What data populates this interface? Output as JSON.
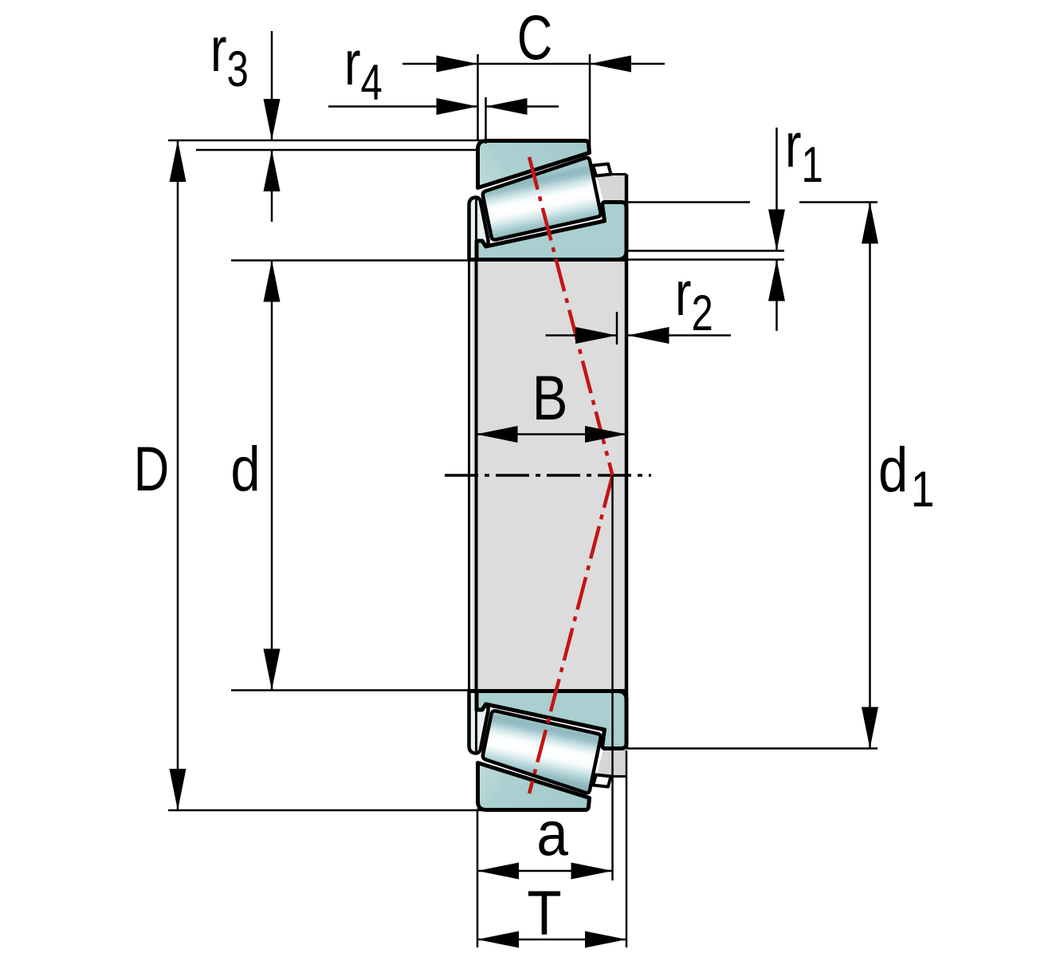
{
  "diagram": {
    "type": "engineering-dimension-drawing",
    "subject": "tapered roller bearing cross-section with dimension callouts",
    "colors": {
      "ring_teal": "#a9cfd0",
      "bore_gray": "#dcdcdc",
      "flange_back_gray": "#d6d6d6",
      "line_black": "#000000",
      "pressure_line_red": "#c41414",
      "background": "#ffffff"
    },
    "labels": {
      "C": {
        "main": "C",
        "sub": ""
      },
      "r4": {
        "main": "r",
        "sub": "4"
      },
      "r3": {
        "main": "r",
        "sub": "3"
      },
      "r1": {
        "main": "r",
        "sub": "1"
      },
      "r2": {
        "main": "r",
        "sub": "2"
      },
      "D": {
        "main": "D",
        "sub": ""
      },
      "d": {
        "main": "d",
        "sub": ""
      },
      "d1": {
        "main": "d",
        "sub": "1"
      },
      "B": {
        "main": "B",
        "sub": ""
      },
      "a": {
        "main": "a",
        "sub": ""
      },
      "T": {
        "main": "T",
        "sub": ""
      }
    }
  }
}
